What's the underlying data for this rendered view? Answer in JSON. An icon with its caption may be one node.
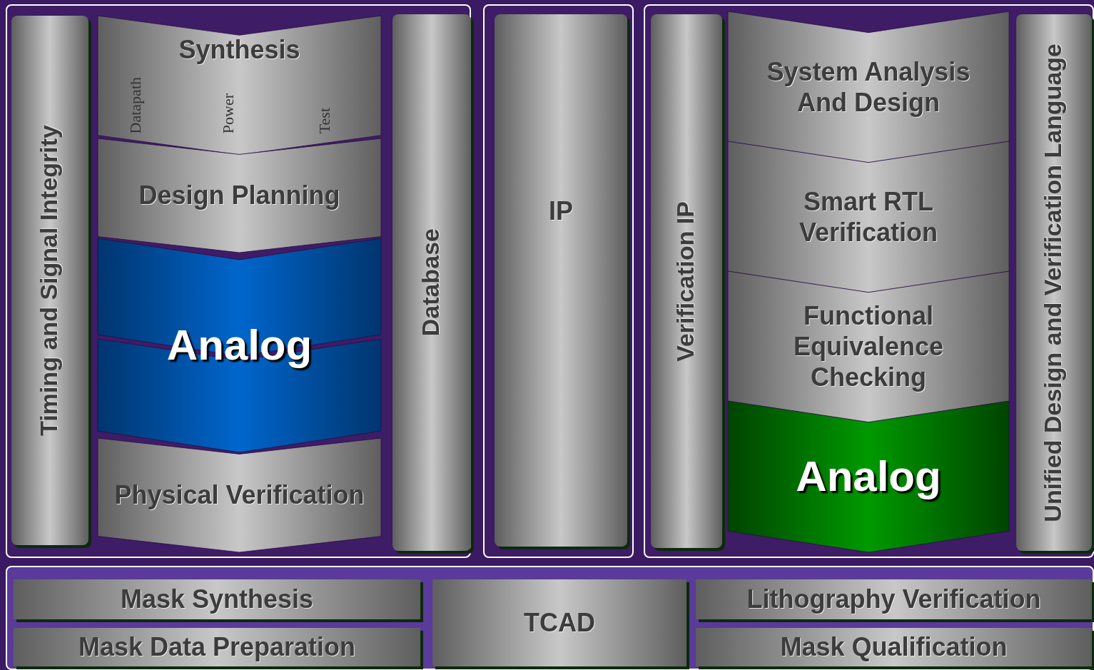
{
  "diagram": {
    "nodes": [
      {
        "text": [],
        "shape": "box"
      },
      {
        "text": [
          "Timing and Signal Integrity"
        ],
        "in": 0
      },
      {
        "text": [
          "Synthesis",
          "Datapath",
          "Power",
          "Test"
        ],
        "in": 0
      },
      {
        "text": [
          "Design Planning"
        ],
        "in": 0
      },
      {
        "text": [
          "Analog"
        ],
        "in": 0
      },
      {
        "text": [
          "Physical Verification"
        ],
        "in": 0
      },
      {
        "text": [
          "Database"
        ],
        "in": 0
      },
      {
        "text": [],
        "shape": "box"
      },
      {
        "text": [
          "IP"
        ],
        "in": 7
      },
      {
        "text": [],
        "shape": "box"
      },
      {
        "text": [
          "Verification IP"
        ],
        "in": 9
      },
      {
        "text": [
          "System Analysis And Design"
        ],
        "in": 9
      },
      {
        "text": [
          "Smart RTL Verification"
        ],
        "in": 9
      },
      {
        "text": [
          "Functional Equivalence Checking"
        ],
        "in": 9
      },
      {
        "text": [
          "Analog"
        ],
        "in": 9
      },
      {
        "text": [
          "Unified Design and Verification Language"
        ],
        "in": 9
      },
      {
        "text": [],
        "shape": "box"
      },
      {
        "text": [
          "Mask Synthesis"
        ],
        "in": 16
      },
      {
        "text": [
          "Mask Data Preparation"
        ],
        "in": 16
      },
      {
        "text": [
          "TCAD"
        ],
        "in": 16
      },
      {
        "text": [
          "Lithography Verification"
        ],
        "in": 16
      },
      {
        "text": [
          "Mask Qualification"
        ],
        "in": 16
      }
    ]
  }
}
